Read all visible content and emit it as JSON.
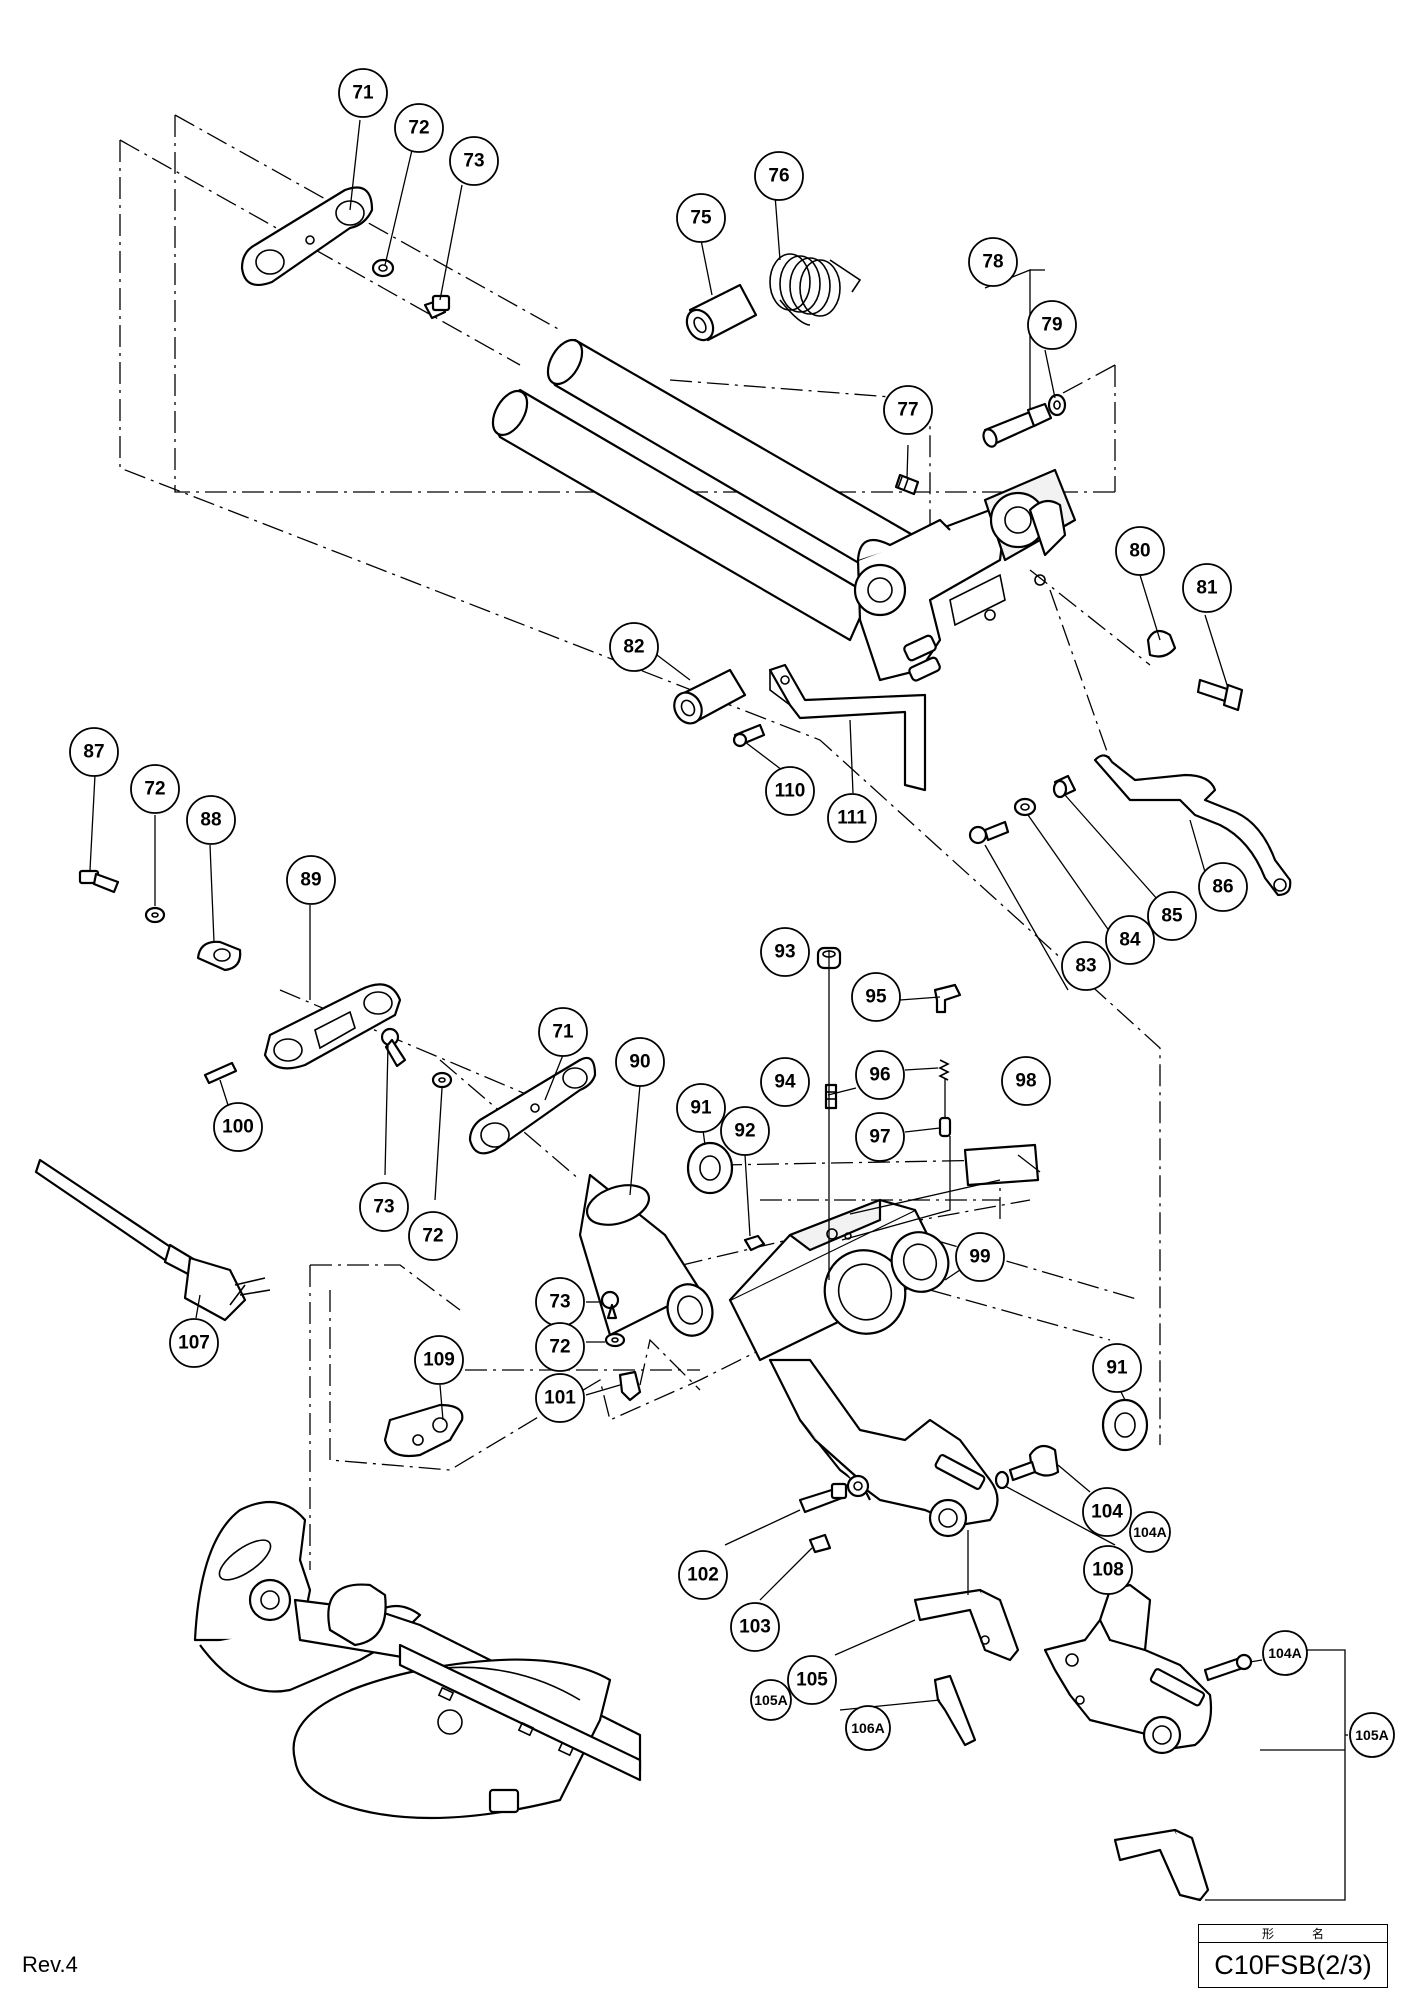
{
  "revision": "Rev.4",
  "model_box": {
    "header_left": "形",
    "header_right": "名",
    "model_name": "C10FSB(2/3)"
  },
  "callouts": {
    "c71a": "71",
    "c72a": "72",
    "c73a": "73",
    "c75": "75",
    "c76": "76",
    "c77": "77",
    "c78": "78",
    "c79": "79",
    "c80": "80",
    "c81": "81",
    "c82": "82",
    "c83": "83",
    "c84": "84",
    "c85": "85",
    "c86": "86",
    "c87": "87",
    "c72b": "72",
    "c88": "88",
    "c89": "89",
    "c110": "110",
    "c111": "111",
    "c93": "93",
    "c95": "95",
    "c94": "94",
    "c96": "96",
    "c71b": "71",
    "c90": "90",
    "c91a": "91",
    "c92": "92",
    "c97": "97",
    "c98": "98",
    "c100": "100",
    "c73b": "73",
    "c72c": "72",
    "c99": "99",
    "c107": "107",
    "c73c": "73",
    "c72d": "72",
    "c101": "101",
    "c109": "109",
    "c91b": "91",
    "c104": "104",
    "c104A": "104A",
    "c108": "108",
    "c102": "102",
    "c103": "103",
    "c105": "105",
    "c105Aa": "105A",
    "c106A": "106A",
    "c104Ab": "104A",
    "c105Ab": "105A"
  }
}
